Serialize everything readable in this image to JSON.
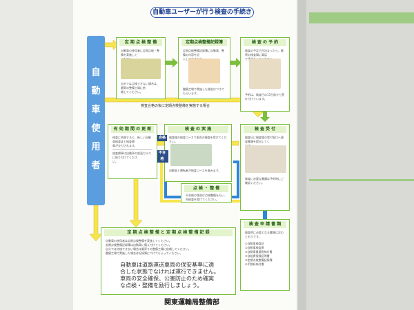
{
  "title": "自動車ユーザーが行う検査の手続き",
  "vertical_label": [
    "自",
    "動",
    "車",
    "使",
    "用",
    "者"
  ],
  "cards": {
    "periodic_inspection": {
      "title": "定 期 点 検 整 備",
      "lines": [
        "自動車の使用者に定期点検・整備を実施して",
        "ください。",
        "自分では点検できない場合は、最寄の整備工場に依",
        "頼してください。"
      ]
    },
    "record_book": {
      "title": "定期点検整備記録簿",
      "lines": [
        "定期点検整備記録簿に自動車、整備の内容を記",
        "入しておきます。",
        "整備工場で実施した場合はつけてもらいます。"
      ]
    },
    "reservation": {
      "title": "検 査 の 予 約",
      "lines": [
        "検査の予定日が決まったら、最寄の検査場に電話",
        "で予約をしてください。",
        "予約は、検査日の15日前から受け付けています。"
      ]
    },
    "reception": {
      "title": "検 査 受 付",
      "lines": [
        "検査日に検査場の受付窓口へ検査書類を提出してく",
        "ださい。",
        "検査に必要な書類は予約時にご確認ください。"
      ]
    },
    "inspection": {
      "title": "検 査 の 実 施",
      "lines": [
        "検査場の検査コースで車両の検査を受けてください。",
        "自動車と運転者が検査コースを進みます。"
      ]
    },
    "renewal": {
      "title": "有 効 期 間 の 更 新",
      "lines": [
        "検査に合格すると、新しい自動車検査証と検査標",
        "章が交付されます。",
        "検査標章は自動車の前面ガラスに貼り付けてくださ",
        "い。"
      ]
    },
    "maintenance": {
      "title": "点 検 ・ 整 備",
      "lines": [
        "不合格の場合は点検整備を行い、再検査を受けてください。"
      ]
    },
    "documents": {
      "title": "検 査 申 請 書 類",
      "lines": [
        "検査時に必要となる書類は次のとおりです。"
      ],
      "items": [
        "①自動車検査証",
        "②自動車検査票",
        "③自動車重量税納付書",
        "④自賠責保険証明書",
        "⑤定期点検整備記録簿",
        "⑥手数料納付書"
      ]
    },
    "bottom": {
      "title": "定 期 点 検 整 備 と 定 期 点 検 整 備 記 録",
      "lines": [
        "自動車の使用者は定期点検整備を実施してください。",
        "定期点検整備記録簿は自動車に備え付けてください。",
        "自分では点検できない場合は最寄りの整備工場に依頼してください。",
        "整備工場で実施した場合は記録簿につけてもらってください。"
      ]
    }
  },
  "arrow_label_top": "検査合格の後に定期点検整備を実施する場合",
  "flag_pass": "合格",
  "flag_fail": "不合格",
  "message": [
    "自動車は道路運送車両の保安基準に適",
    "合した状態でなければ運行できません。",
    "車両の安全確保、公害防止のため確実",
    "な点検・整備を励行しましょう。"
  ],
  "footer": "関東運輸局整備部",
  "colors": {
    "green": "#7cbf3e",
    "blue": "#5b9ee0",
    "yellow": "#f6e54d",
    "navy": "#2c4f87"
  }
}
